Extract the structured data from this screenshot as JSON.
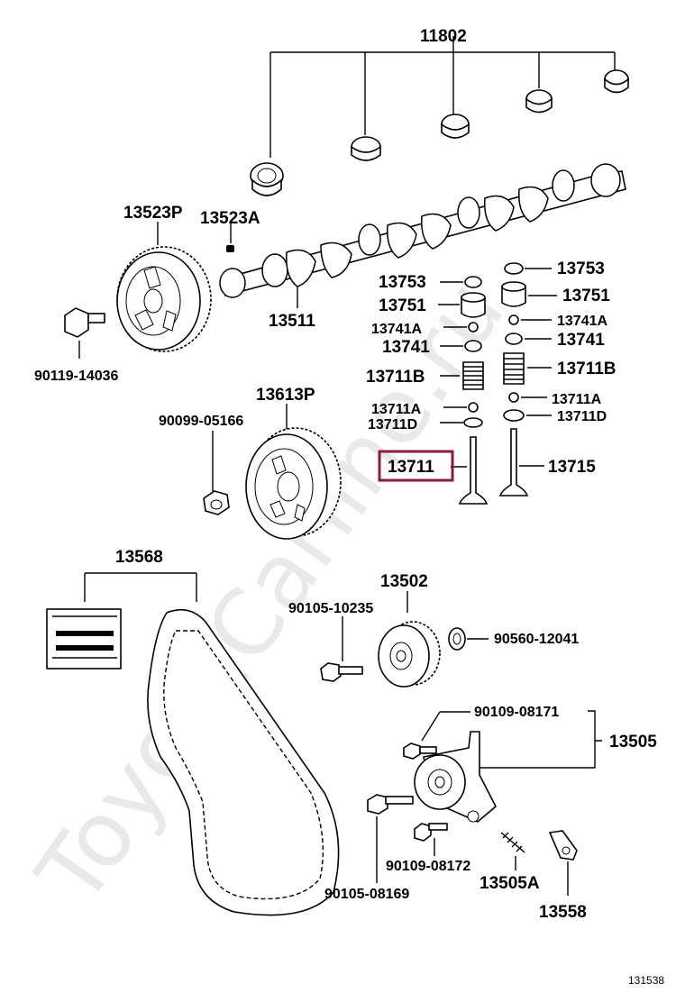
{
  "watermark": "ToyotaCarline.ru",
  "diagram_id": "131538",
  "highlight_color": "#8b1d3a",
  "callouts": {
    "p11802": "11802",
    "p13523P": "13523P",
    "p13523A": "13523A",
    "p13511": "13511",
    "p90119": "90119-14036",
    "p13753L": "13753",
    "p13753R": "13753",
    "p13751L": "13751",
    "p13751R": "13751",
    "p13741AL": "13741A",
    "p13741AR": "13741A",
    "p13741L": "13741",
    "p13741R": "13741",
    "p13711BL": "13711B",
    "p13711BR": "13711B",
    "p13711AL": "13711A",
    "p13711AR": "13711A",
    "p13711DL": "13711D",
    "p13711DR": "13711D",
    "p13711": "13711",
    "p13715": "13715",
    "p13613P": "13613P",
    "p90099": "90099-05166",
    "p13568": "13568",
    "p13502": "13502",
    "p90105a": "90105-10235",
    "p90560": "90560-12041",
    "p90109a": "90109-08171",
    "p13505": "13505",
    "p90109b": "90109-08172",
    "p90105b": "90105-08169",
    "p13505A": "13505A",
    "p13558": "13558"
  }
}
